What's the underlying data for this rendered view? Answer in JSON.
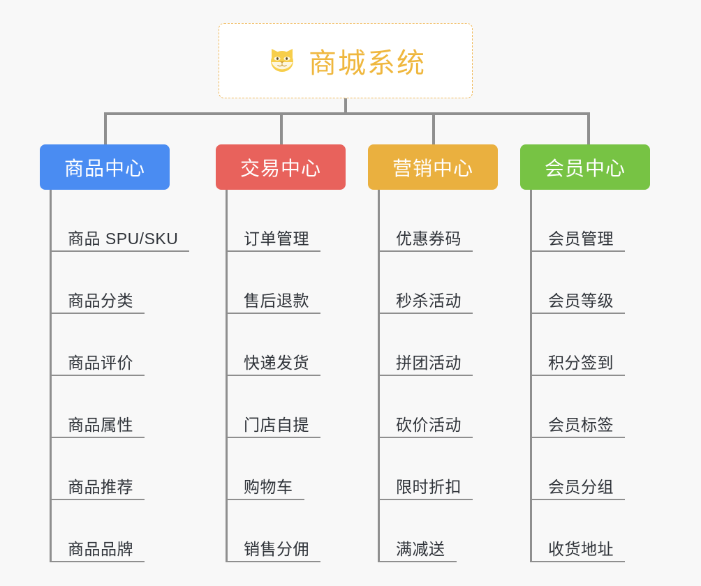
{
  "page": {
    "background_color": "#f8f8f8",
    "type": "mindmap"
  },
  "root": {
    "icon": "shiba-dog-face-icon",
    "emoji": "🐶",
    "title": "商城系统",
    "text_color": "#efb73e",
    "border_color": "#f0b95a",
    "background_color": "#ffffff"
  },
  "connector": {
    "color": "#8f8f8f"
  },
  "branches": [
    {
      "id": "product-center",
      "label": "商品中心",
      "color": "#4a8cf2",
      "items": [
        "商品 SPU/SKU",
        "商品分类",
        "商品评价",
        "商品属性",
        "商品推荐",
        "商品品牌"
      ]
    },
    {
      "id": "trade-center",
      "label": "交易中心",
      "color": "#e8625c",
      "items": [
        "订单管理",
        "售后退款",
        "快递发货",
        "门店自提",
        "购物车",
        "销售分佣"
      ]
    },
    {
      "id": "marketing-center",
      "label": "营销中心",
      "color": "#eab03f",
      "items": [
        "优惠券码",
        "秒杀活动",
        "拼团活动",
        "砍价活动",
        "限时折扣",
        "满减送"
      ]
    },
    {
      "id": "member-center",
      "label": "会员中心",
      "color": "#77c344",
      "items": [
        "会员管理",
        "会员等级",
        "积分签到",
        "会员标签",
        "会员分组",
        "收货地址"
      ]
    }
  ]
}
